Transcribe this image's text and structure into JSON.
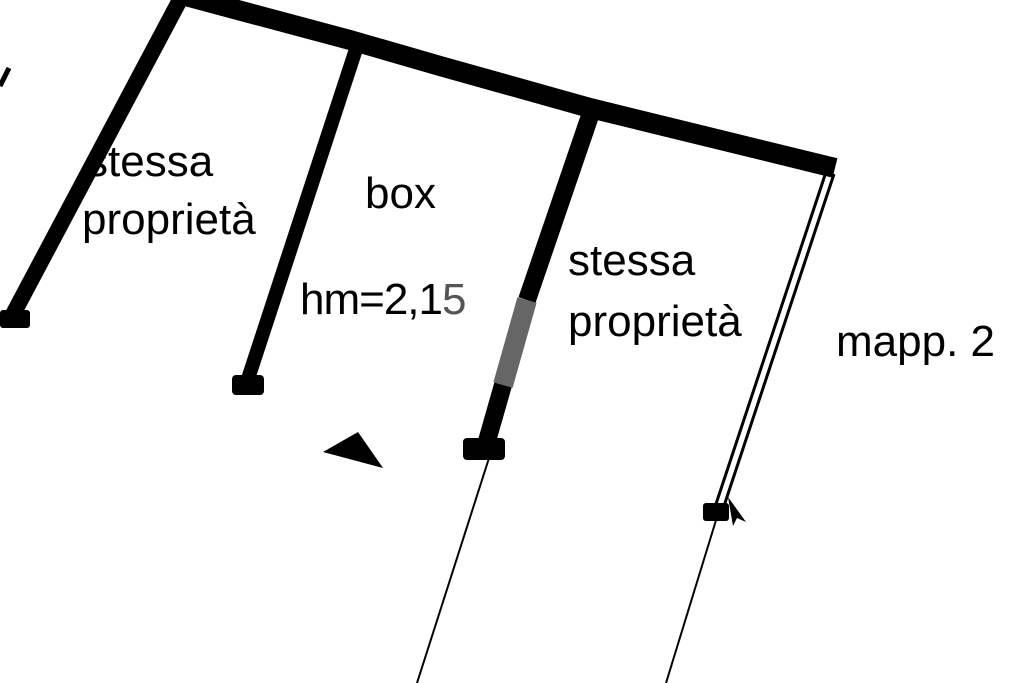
{
  "labels": {
    "left_room_line1": "stessa",
    "left_room_line2": "proprietà",
    "box_title": "box",
    "box_height_main": "hm=2,1",
    "box_height_tail": "5",
    "right_room_line1": "stessa",
    "right_room_line2": "proprietà",
    "parcel": "mapp. 2"
  },
  "colors": {
    "ink": "#000000",
    "opening": "#666666",
    "paper": "#ffffff"
  }
}
